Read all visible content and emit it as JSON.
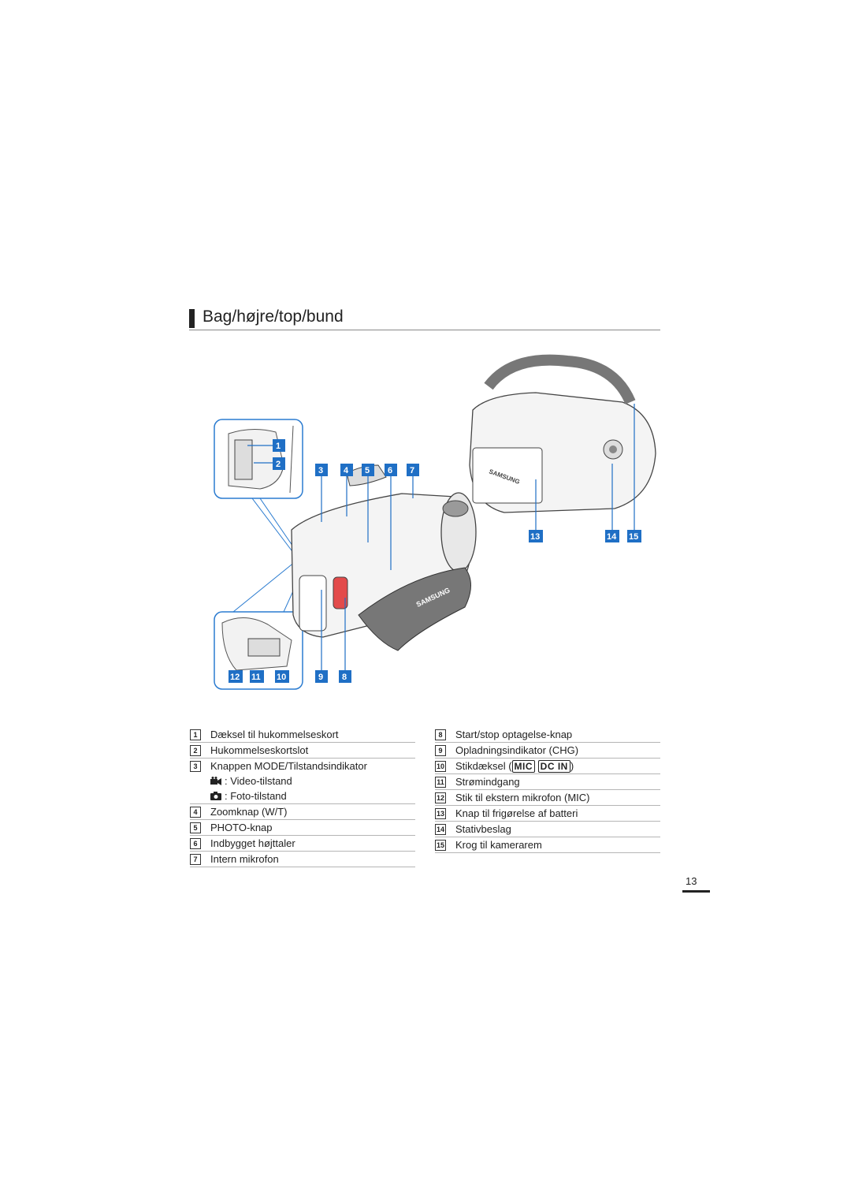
{
  "section": {
    "title": "Bag/højre/top/bund"
  },
  "callouts": {
    "c1": "1",
    "c2": "2",
    "c3": "3",
    "c4": "4",
    "c5": "5",
    "c6": "6",
    "c7": "7",
    "c8": "8",
    "c9": "9",
    "c10": "10",
    "c11": "11",
    "c12": "12",
    "c13": "13",
    "c14": "14",
    "c15": "15"
  },
  "brand": {
    "logo_text": "SAMSUNG"
  },
  "legend_left": {
    "items": [
      {
        "num": "1",
        "label": "Dæksel til hukommelseskort"
      },
      {
        "num": "2",
        "label": "Hukommelseskortslot"
      },
      {
        "num": "3",
        "label": "Knappen MODE/Tilstandsindikator"
      },
      {
        "num": "4",
        "label": "Zoomknap (W/T)"
      },
      {
        "num": "5",
        "label": "PHOTO-knap"
      },
      {
        "num": "6",
        "label": "Indbygget højttaler"
      },
      {
        "num": "7",
        "label": "Intern mikrofon"
      }
    ],
    "sub_video": ": Video-tilstand",
    "sub_photo": ": Foto-tilstand"
  },
  "legend_right": {
    "items": [
      {
        "num": "8",
        "label": "Start/stop optagelse-knap"
      },
      {
        "num": "9",
        "label": "Opladningsindikator (CHG)"
      },
      {
        "num": "10",
        "label_pre": "Stikdæksel (",
        "label_mic": "MIC",
        "label_dc": "DC IN",
        "label_post": ")"
      },
      {
        "num": "11",
        "label": "Strømindgang"
      },
      {
        "num": "12",
        "label": "Stik til ekstern mikrofon (MIC)"
      },
      {
        "num": "13",
        "label": "Knap til frigørelse af batteri"
      },
      {
        "num": "14",
        "label": "Stativbeslag"
      },
      {
        "num": "15",
        "label": "Krog til kamerarem"
      }
    ]
  },
  "page_number": "13",
  "colors": {
    "callout_blue": "#1f6fc5",
    "inset_border": "#2a7bd0",
    "text": "#222222",
    "rule": "#b5b5b5"
  }
}
